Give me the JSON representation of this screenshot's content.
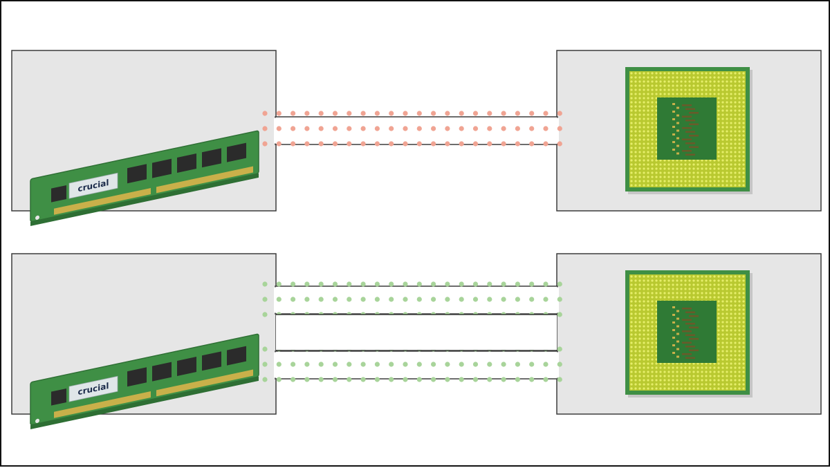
{
  "colors": {
    "frame": "#111111",
    "panel_fill": "#e6e6e6",
    "panel_stroke": "#3c3c3c",
    "single_channel_dots": "#f0a493",
    "dual_channel_dots": "#a8d49a",
    "pcb_green": "#3f8f45",
    "pcb_dark": "#2e6f34",
    "gold_contacts": "#c9b04a",
    "ram_chip": "#2b2b2b",
    "cpu_pad": "#c9d83b",
    "cpu_die": "#2f7a35"
  },
  "diagrams": [
    {
      "id": "single-channel",
      "ram_brand": "crucial",
      "channels": 1,
      "dot_color": "single_channel_dots"
    },
    {
      "id": "dual-channel",
      "ram_brand": "crucial",
      "channels": 2,
      "dot_color": "dual_channel_dots"
    }
  ]
}
